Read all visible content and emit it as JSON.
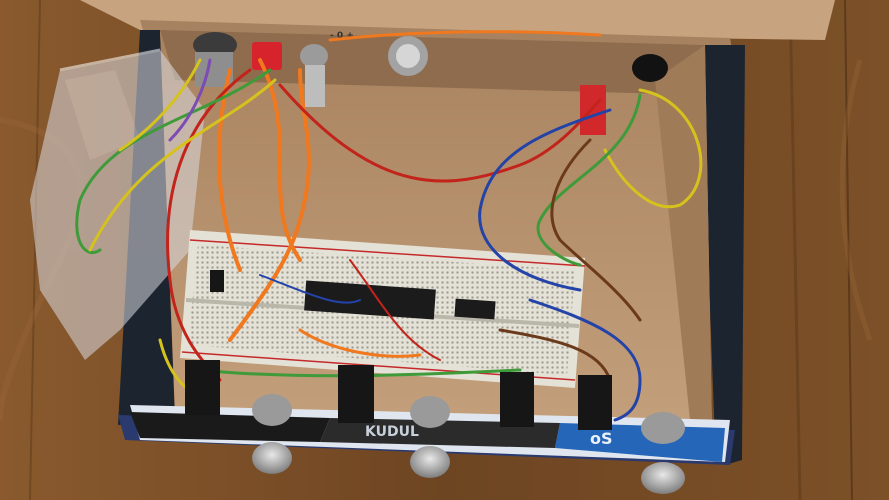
{
  "image": {
    "printed_text": {
      "tab_letters": "- 0 +",
      "lid_print_left": "KUDUL",
      "lid_print_right": "oS"
    },
    "colors": {
      "wood_floor": "#7a4f2a",
      "cardboard": "#b89471",
      "cardboard_shadow": "#8e6c4d",
      "box_exterior": "#1c2430",
      "breadboard": "#e4e1d6",
      "chip": "#1b1b1b",
      "wire_orange": "#f0781e",
      "wire_red": "#c2231b",
      "wire_green": "#3f9a3a",
      "wire_yellow": "#d6c21d",
      "wire_blue": "#2343a8",
      "wire_brown": "#6b3a1a",
      "wire_purple": "#7c4bb3"
    }
  }
}
